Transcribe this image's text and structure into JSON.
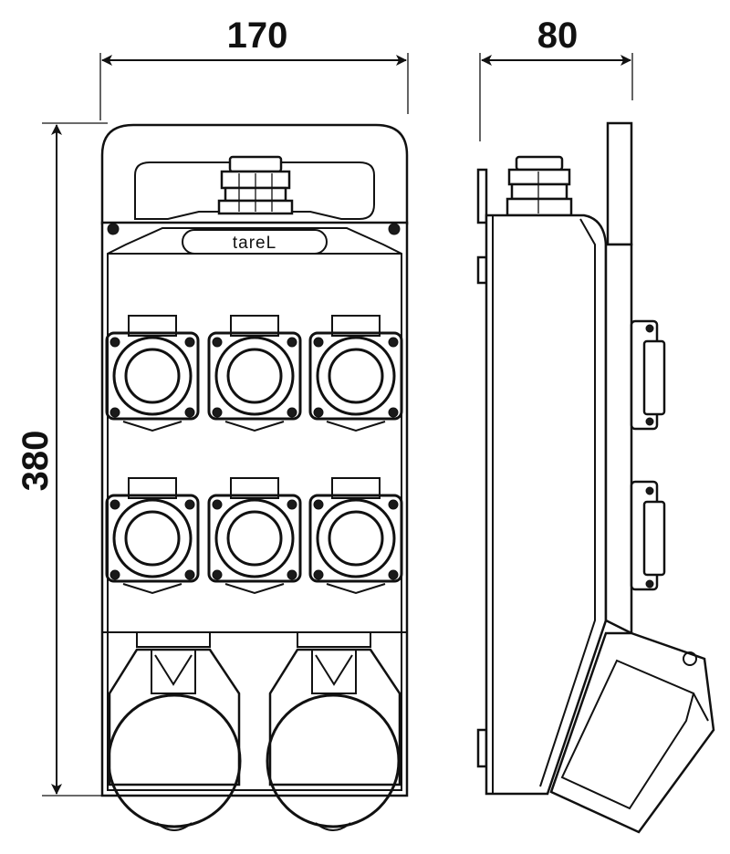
{
  "dimensions": {
    "width": "170",
    "depth": "80",
    "height": "380"
  },
  "brand": {
    "label": "tareL"
  },
  "colors": {
    "line": "#111111",
    "background": "#ffffff"
  },
  "front_view": {
    "small_socket_rows": 2,
    "small_sockets_per_row": 3,
    "large_sockets": 2
  }
}
